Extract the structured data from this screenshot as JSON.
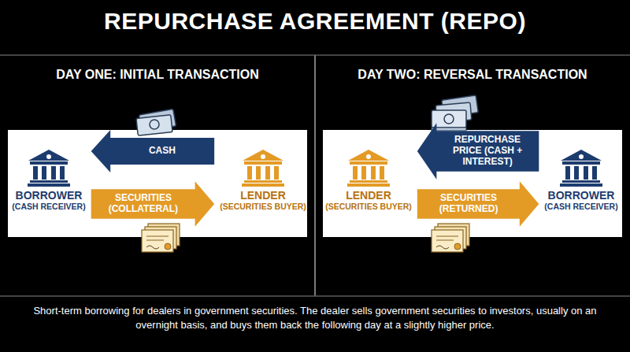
{
  "diagram": {
    "title": "REPURCHASE AGREEMENT (REPO)",
    "caption": "Short-term borrowing for dealers in government securities. The dealer sells government securities to investors, usually on an overnight basis, and buys them back the following day at a slightly higher price.",
    "nodes": [
      {
        "text": [
          "DAY ONE: INITIAL TRANSACTION"
        ]
      },
      {
        "text": [
          "BORROWER",
          "(CASH RECEIVER)"
        ],
        "in": 0
      },
      {
        "text": [
          "LENDER",
          "(SECURITIES BUYER)"
        ],
        "in": 0
      },
      {
        "text": [
          "DAY TWO: REVERSAL TRANSACTION"
        ]
      },
      {
        "text": [
          "LENDER",
          "(SECURITIES BUYER)"
        ],
        "in": 3
      },
      {
        "text": [
          "BORROWER",
          "(CASH RECEIVER)"
        ],
        "in": 3
      }
    ],
    "edges": [
      {
        "from": 2,
        "to": 1,
        "arrow": "to",
        "label": "CASH"
      },
      {
        "from": 1,
        "to": 2,
        "arrow": "to",
        "label": "SECURITIES (COLLATERAL)"
      },
      {
        "from": 5,
        "to": 4,
        "arrow": "to",
        "label": "REPURCHASE PRICE (CASH + INTEREST)"
      },
      {
        "from": 4,
        "to": 5,
        "arrow": "to",
        "label": "SECURITIES (RETURNED)"
      }
    ]
  }
}
